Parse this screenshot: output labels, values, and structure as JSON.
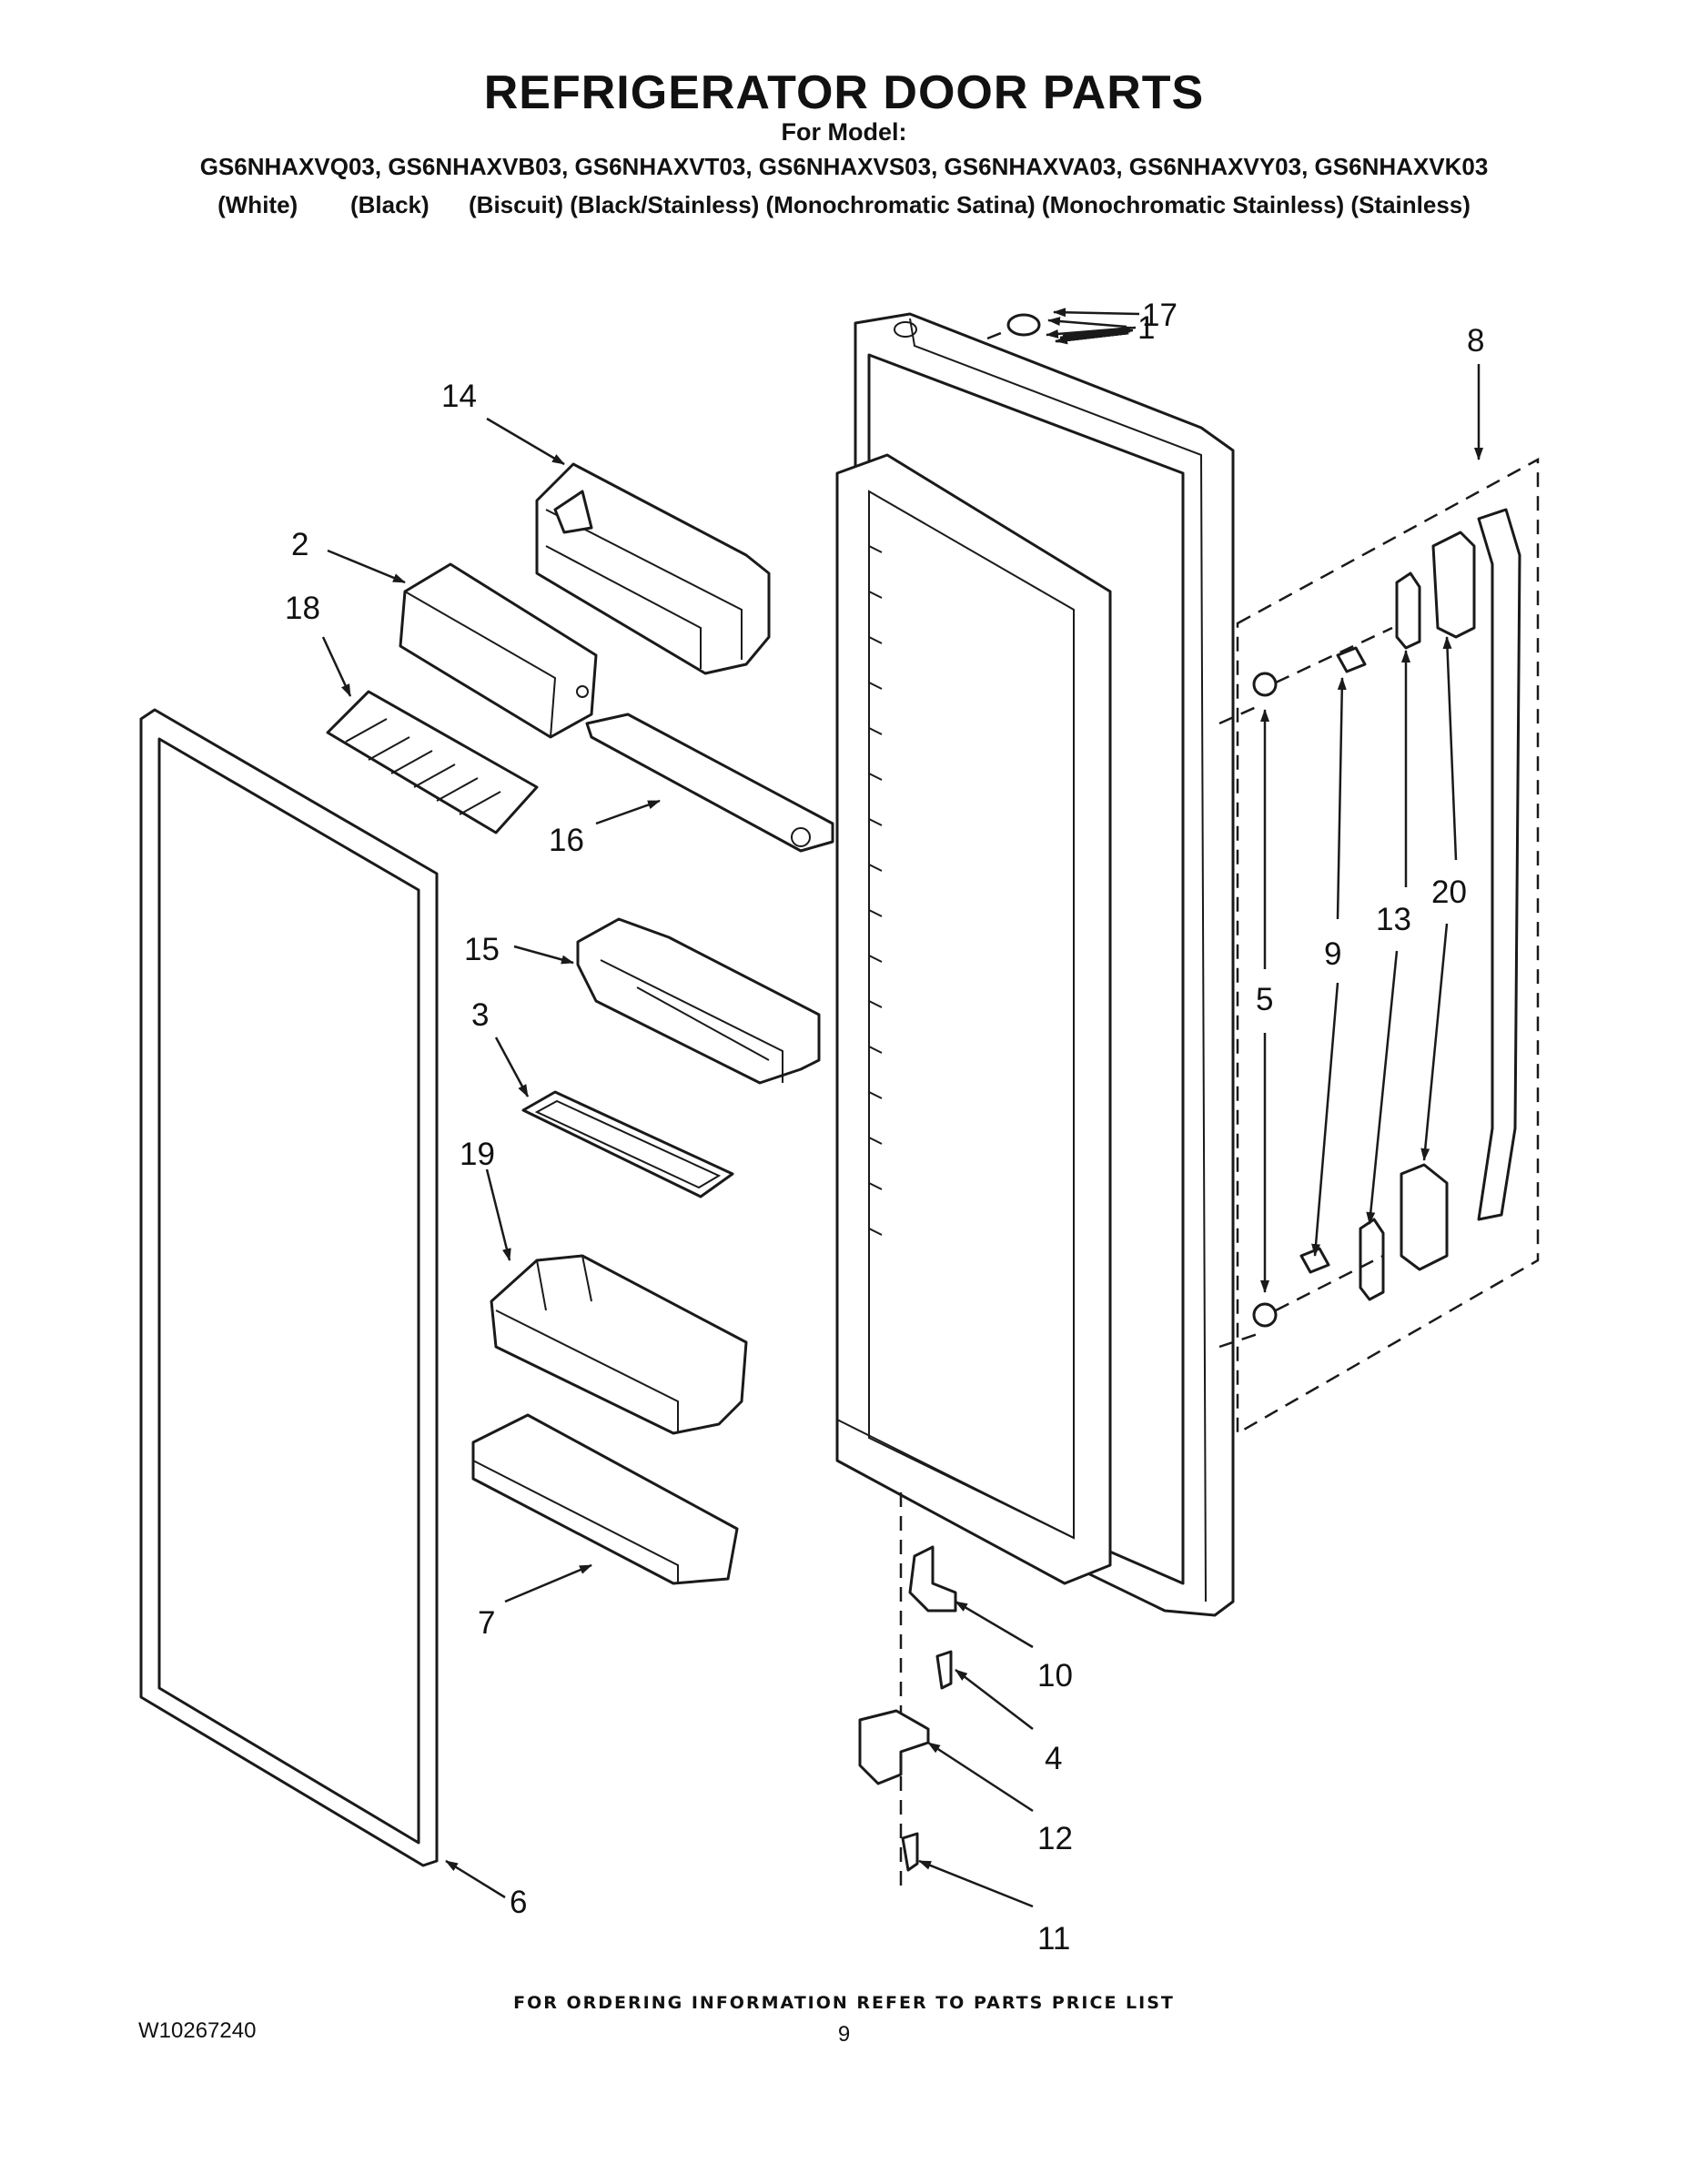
{
  "header": {
    "title": "REFRIGERATOR DOOR PARTS",
    "subtitle": "For Model:",
    "models": "GS6NHAXVQ03, GS6NHAXVB03, GS6NHAXVT03, GS6NHAXVS03, GS6NHAXVA03, GS6NHAXVY03, GS6NHAXVK03",
    "colors": "(White)        (Black)      (Biscuit) (Black/Stainless) (Monochromatic Satina) (Monochromatic Stainless) (Stainless)"
  },
  "callouts": [
    "1",
    "2",
    "3",
    "4",
    "5",
    "6",
    "7",
    "8",
    "9",
    "10",
    "11",
    "12",
    "13",
    "14",
    "15",
    "16",
    "17",
    "18",
    "19",
    "20"
  ],
  "footer": {
    "note": "FOR ORDERING INFORMATION REFER TO PARTS PRICE LIST",
    "doc_number": "W10267240",
    "page": "9"
  }
}
